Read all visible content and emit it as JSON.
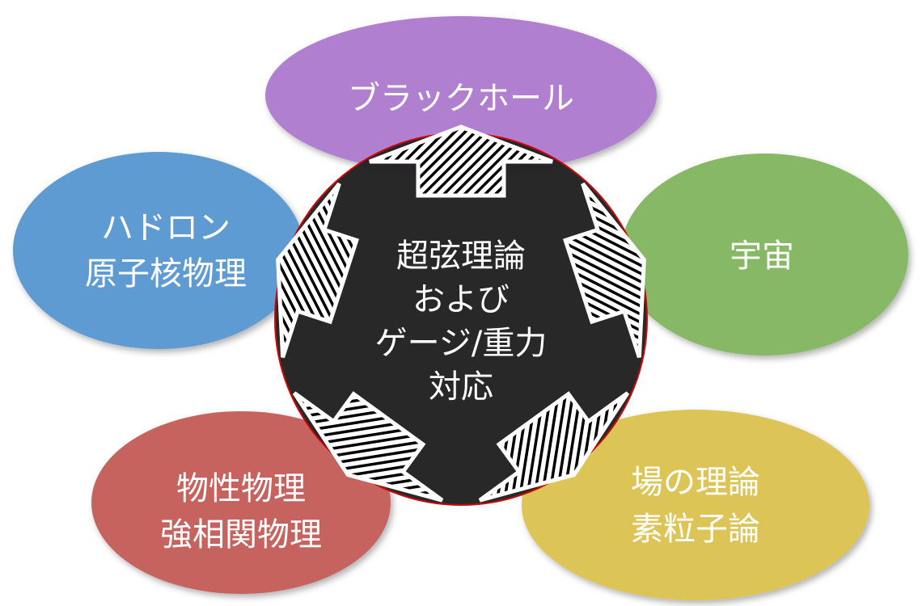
{
  "center": {
    "lines": [
      "超弦理論",
      "および",
      "ゲージ/重力",
      "対応"
    ]
  },
  "topics": [
    {
      "id": "black-hole",
      "lines": [
        "ブラックホール"
      ],
      "color": "#b07fd0"
    },
    {
      "id": "hadron",
      "lines": [
        "ハドロン",
        "原子核物理"
      ],
      "color": "#5f9bd3"
    },
    {
      "id": "cosmology",
      "lines": [
        "宇宙"
      ],
      "color": "#86b865"
    },
    {
      "id": "condensed-matter",
      "lines": [
        "物性物理",
        "強相関物理"
      ],
      "color": "#c6635f"
    },
    {
      "id": "field-theory",
      "lines": [
        "場の理論",
        "素粒子論"
      ],
      "color": "#dcc456"
    }
  ],
  "colors": {
    "center_fill": "#222222",
    "center_border": "#cc0000"
  }
}
